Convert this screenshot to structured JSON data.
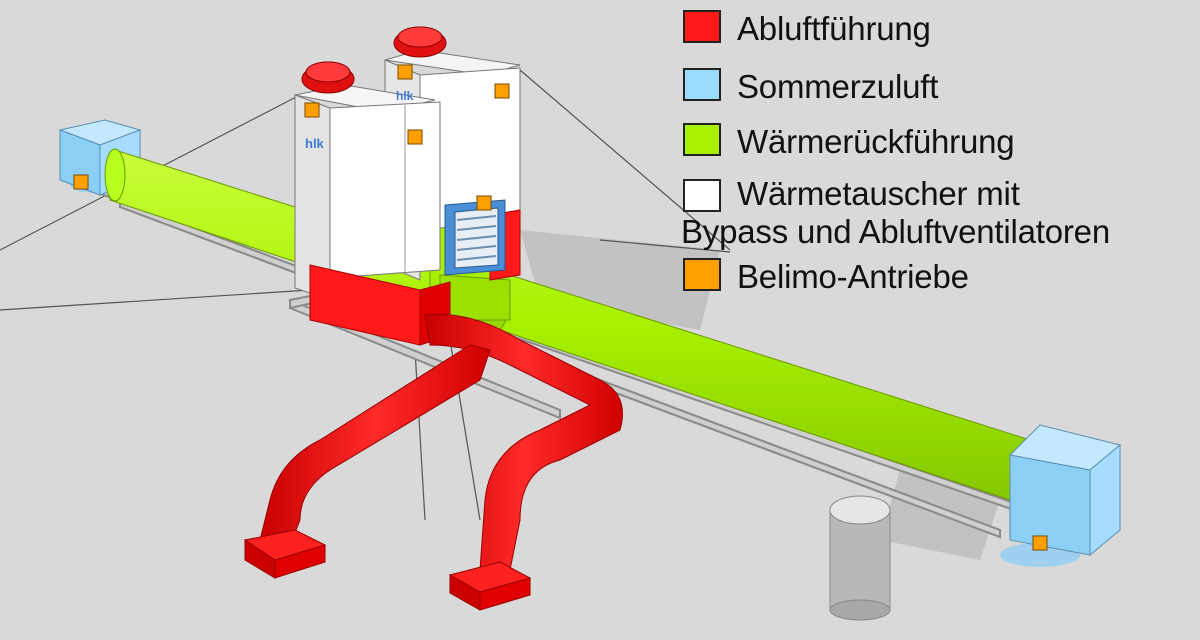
{
  "legend": {
    "items": [
      {
        "label": "Abluftführung",
        "color": "#ff1a1a"
      },
      {
        "label": "Sommerzuluft",
        "color": "#99dcff"
      },
      {
        "label": "Wärmerückführung",
        "color": "#a8f000"
      },
      {
        "label": "Wärmetauscher mit",
        "label_line2": "Bypass und Abluftventilatoren",
        "color": "#ffffff"
      },
      {
        "label": "Belimo-Antriebe",
        "color": "#ffa000"
      }
    ]
  },
  "logo_text": "hlk"
}
